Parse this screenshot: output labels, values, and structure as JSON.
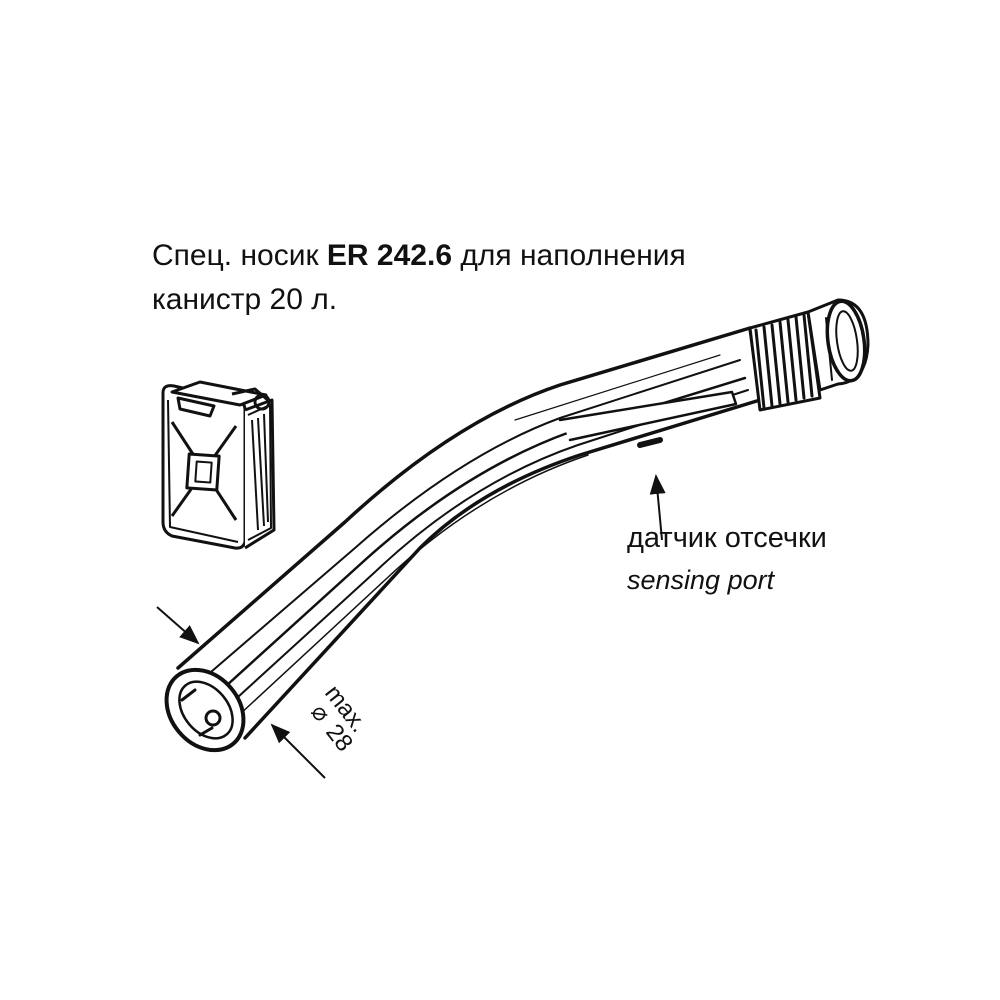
{
  "title": {
    "prefix": "Спец. носик ",
    "model": "ER 242.6",
    "suffix": " для  наполнения",
    "line2": "канистр 20 л."
  },
  "labels": {
    "sensor_ru": "датчик отсечки",
    "sensor_en": "sensing port",
    "dim_max": "max.",
    "dim_symbol": "⌀",
    "dim_value": "28"
  },
  "colors": {
    "ink": "#111111",
    "paper": "#ffffff"
  }
}
